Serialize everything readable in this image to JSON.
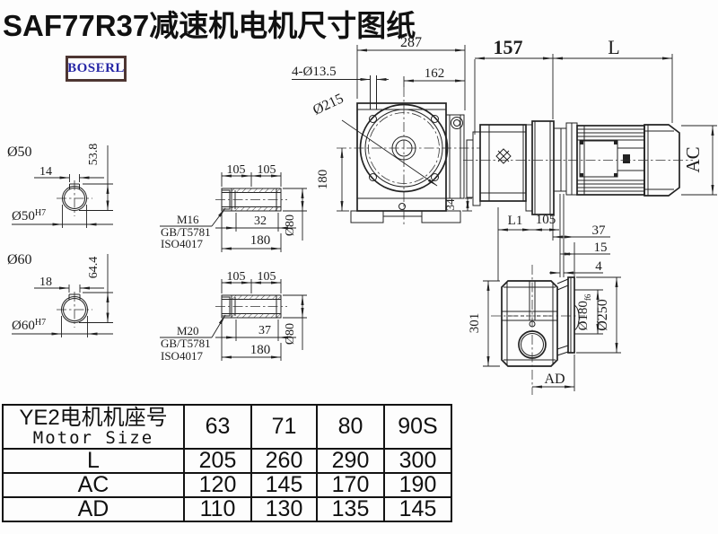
{
  "title": "SAF77R37减速机电机尺寸图纸",
  "logo": {
    "text": "BOSERL"
  },
  "colors": {
    "logo_text": "#2626a6",
    "logo_border": "#4e3632",
    "line": "#222222"
  },
  "drawing": {
    "shaft50": {
      "dia_label": "Ø50",
      "fit_label": "Ø50",
      "fit_sup": "H7",
      "width": "14",
      "height": "53.8"
    },
    "shaft60": {
      "dia_label": "Ø60",
      "fit_label": "Ø60",
      "fit_sup": "H7",
      "width": "18",
      "height": "64.4"
    },
    "detailA": {
      "seg1": "105",
      "seg2": "105",
      "len": "32",
      "total": "180",
      "dia": "Ø80",
      "thread": "M16",
      "std1": "GB/T5781",
      "std2": "ISO4017"
    },
    "detailB": {
      "seg1": "105",
      "seg2": "105",
      "len": "37",
      "total": "180",
      "dia": "Ø80",
      "thread": "M20",
      "std1": "GB/T5781",
      "std2": "ISO4017"
    },
    "front": {
      "width": "287",
      "width_right": "162",
      "holes": "4-Ø13.5",
      "flange": "Ø215",
      "height": "180",
      "foot": "34"
    },
    "side": {
      "front_len": "157",
      "motor_len": "L",
      "motor_dia": "AC",
      "l1": "L1",
      "d105": "105"
    },
    "rear": {
      "d37": "37",
      "d15": "15",
      "d4": "4",
      "spigot": "Ø180",
      "spigot_tol": "f6",
      "flange": "Ø250",
      "height": "301",
      "ad": "AD"
    }
  },
  "table": {
    "header_cn": "YE2电机机座号",
    "header_en": "Motor Size",
    "sizes": [
      "63",
      "71",
      "80",
      "90S"
    ],
    "rows": [
      {
        "label": "L",
        "values": [
          "205",
          "260",
          "290",
          "300"
        ]
      },
      {
        "label": "AC",
        "values": [
          "120",
          "145",
          "170",
          "190"
        ]
      },
      {
        "label": "AD",
        "values": [
          "110",
          "130",
          "135",
          "145"
        ]
      }
    ]
  }
}
